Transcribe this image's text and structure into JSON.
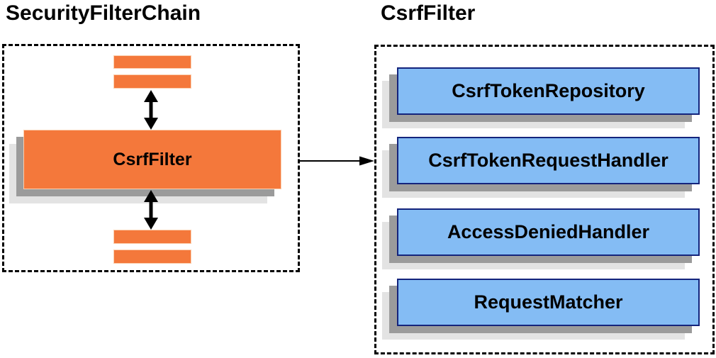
{
  "colors": {
    "orange": "#F4783B",
    "orange_border": "#FBCFAF",
    "blue_fill": "#84BCF4",
    "blue_border": "#14247C",
    "shadow_dark": "#9B9B9B",
    "shadow_light": "#E3E3E3",
    "ink": "#000000",
    "bg": "#FFFFFF"
  },
  "titles": {
    "left": "SecurityFilterChain",
    "right": "CsrfFilter"
  },
  "left_panel": {
    "filter_label": "CsrfFilter"
  },
  "right_panel": {
    "components": [
      "CsrfTokenRepository",
      "CsrfTokenRequestHandler",
      "AccessDeniedHandler",
      "RequestMatcher"
    ]
  },
  "icons": {
    "double_arrow": "vertical double-headed arrow",
    "flow_arrow": "right-pointing arrow"
  }
}
